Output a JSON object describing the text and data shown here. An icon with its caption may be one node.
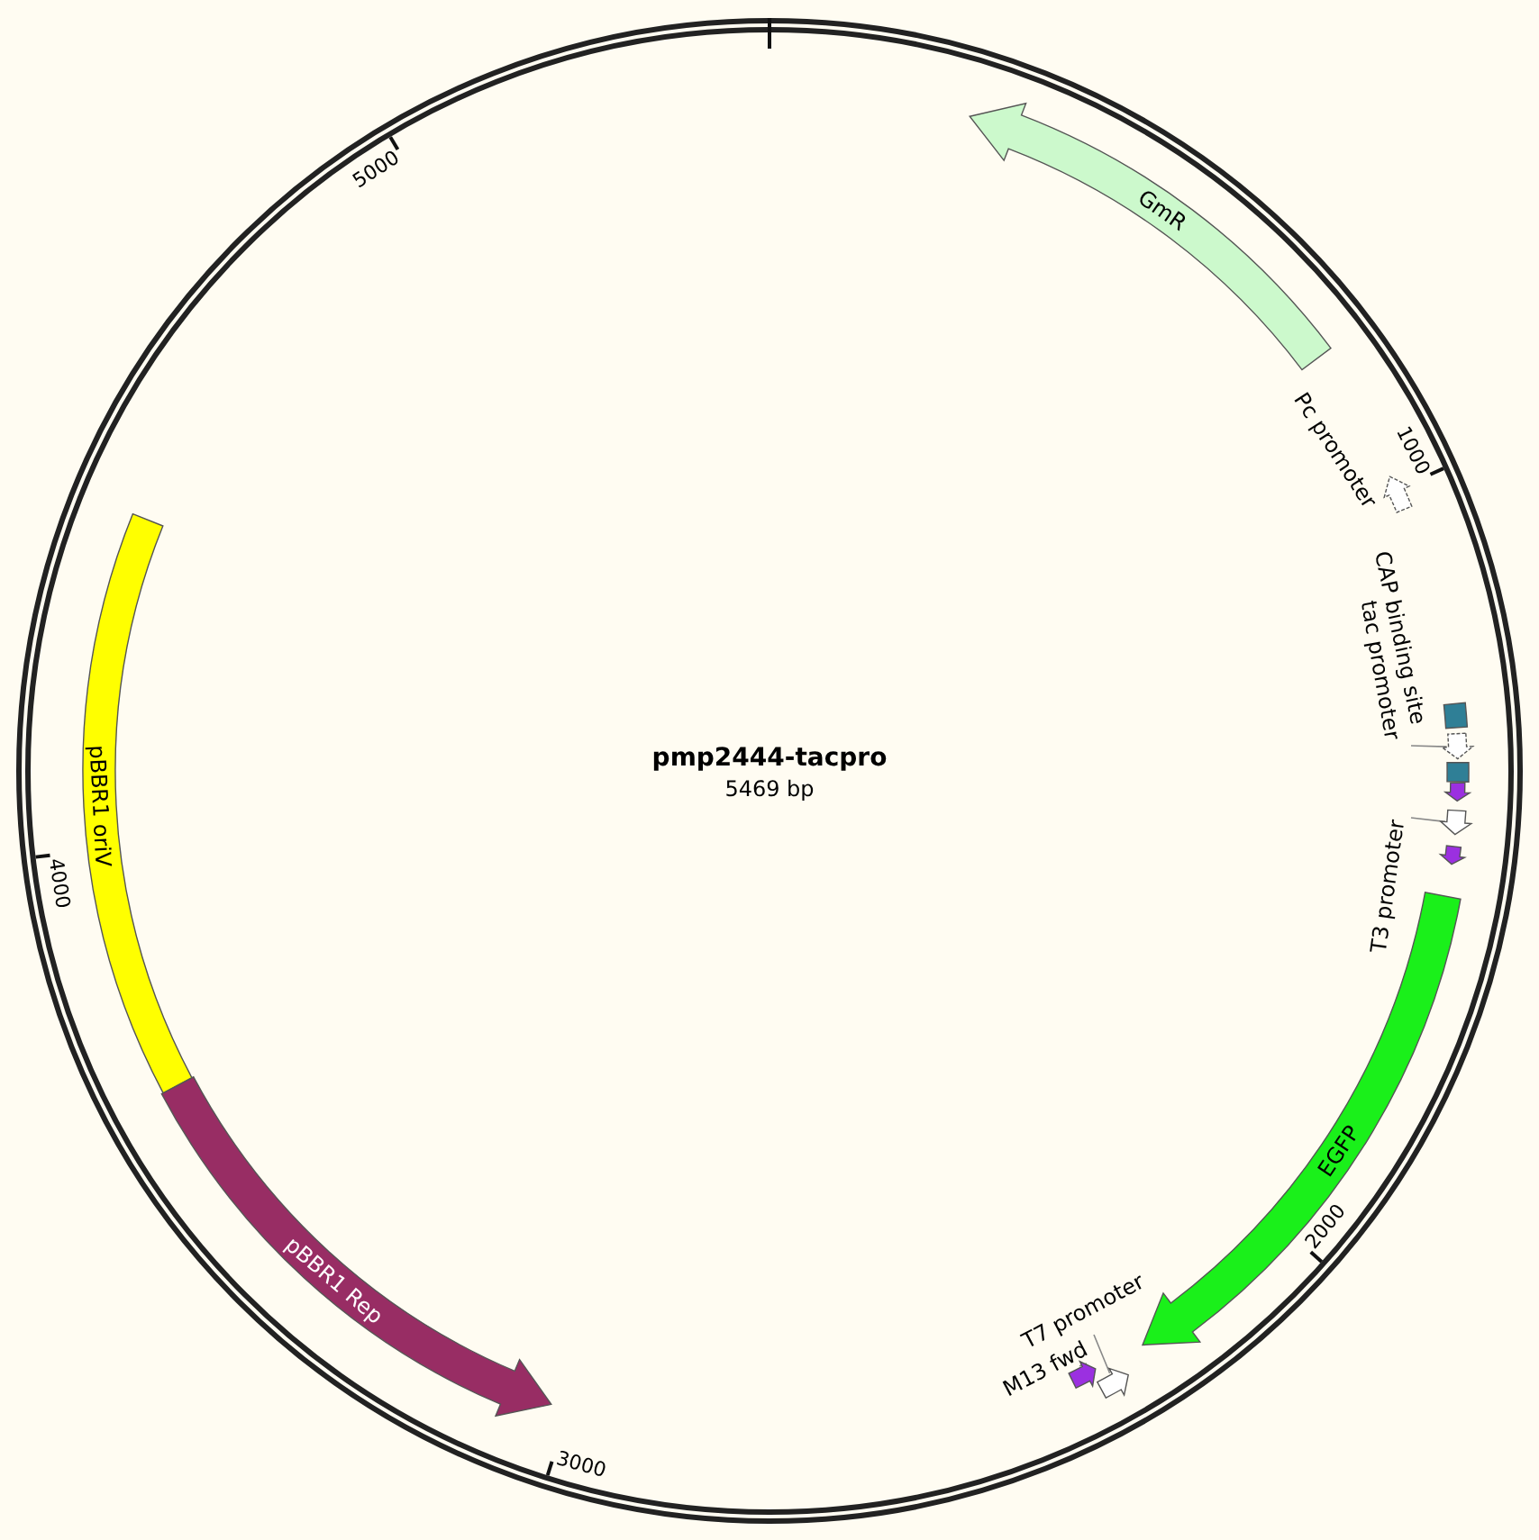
{
  "diagram": {
    "title": "pmp2444-tacpro",
    "nodes": [
      {
        "text": [
          "GmR"
        ]
      },
      {
        "text": [],
        "shape": "arrow",
        "beside": [
          "Pc promoter"
        ]
      },
      {
        "text": [],
        "shape": "box"
      },
      {
        "text": [
          "tac promoter"
        ]
      },
      {
        "text": [],
        "shape": "arrow"
      },
      {
        "text": [],
        "shape": "box"
      },
      {
        "text": [],
        "shape": "arrow"
      },
      {
        "text": [
          "T3 promoter"
        ]
      },
      {
        "text": [],
        "shape": "arrow"
      },
      {
        "text": [],
        "shape": "arrow"
      },
      {
        "text": [
          "EGFP"
        ]
      },
      {
        "text": [
          "T7 promoter"
        ]
      },
      {
        "text": [],
        "shape": "arrow"
      },
      {
        "text": [
          "M13 fwd"
        ]
      },
      {
        "text": [],
        "shape": "arrow"
      },
      {
        "text": [
          "pBBR1 oriV"
        ]
      },
      {
        "text": [
          "pBBR1 Rep"
        ]
      }
    ],
    "edges": [
      {
        "from": 3,
        "to": 4,
        "arrow": "none"
      },
      {
        "from": 7,
        "to": 8,
        "arrow": "none"
      },
      {
        "from": 11,
        "to": 12,
        "arrow": "none"
      },
      {
        "from": 13,
        "to": 14,
        "arrow": "none"
      }
    ],
    "labels": [
      "5000",
      "1000",
      "CAP binding site",
      "5469 bp",
      "4000",
      "2000",
      "3000"
    ]
  }
}
